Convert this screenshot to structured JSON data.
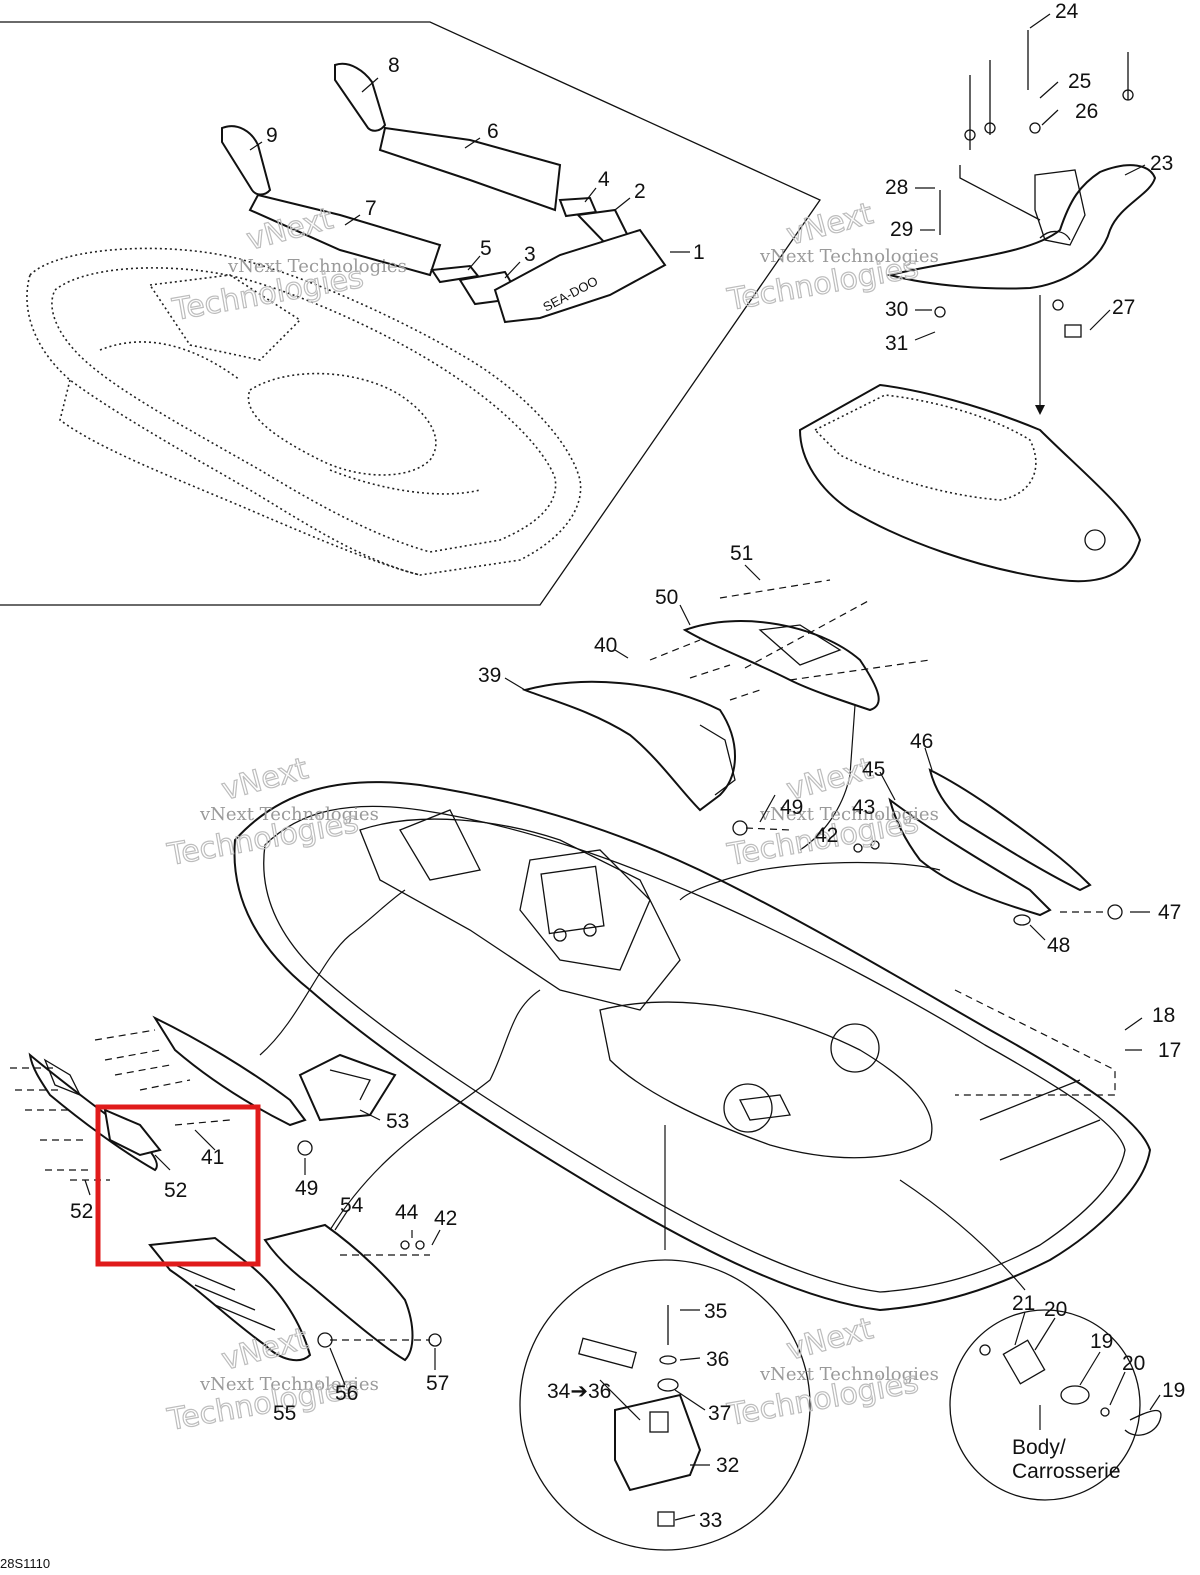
{
  "diagram": {
    "code": "28S1110",
    "highlight_color": "#e01b1b",
    "brand_text": "SEA-DOO",
    "body_label": "Body/\nCarrosserie",
    "watermark": {
      "line1": "vNext Technologies",
      "line2": "vNext",
      "line3": "Technologies"
    },
    "callouts": [
      {
        "id": "c1",
        "label": "1"
      },
      {
        "id": "c2",
        "label": "2"
      },
      {
        "id": "c3",
        "label": "3"
      },
      {
        "id": "c4",
        "label": "4"
      },
      {
        "id": "c5",
        "label": "5"
      },
      {
        "id": "c6",
        "label": "6"
      },
      {
        "id": "c7",
        "label": "7"
      },
      {
        "id": "c8",
        "label": "8"
      },
      {
        "id": "c9",
        "label": "9"
      },
      {
        "id": "c17",
        "label": "17"
      },
      {
        "id": "c18",
        "label": "18"
      },
      {
        "id": "c19",
        "label": "19"
      },
      {
        "id": "c20",
        "label": "20"
      },
      {
        "id": "c21",
        "label": "21"
      },
      {
        "id": "c23",
        "label": "23"
      },
      {
        "id": "c24",
        "label": "24"
      },
      {
        "id": "c25",
        "label": "25"
      },
      {
        "id": "c26",
        "label": "26"
      },
      {
        "id": "c27",
        "label": "27"
      },
      {
        "id": "c28",
        "label": "28"
      },
      {
        "id": "c29",
        "label": "29"
      },
      {
        "id": "c30",
        "label": "30"
      },
      {
        "id": "c31",
        "label": "31"
      },
      {
        "id": "c32",
        "label": "32"
      },
      {
        "id": "c33",
        "label": "33"
      },
      {
        "id": "c34",
        "label": "34➔36"
      },
      {
        "id": "c35",
        "label": "35"
      },
      {
        "id": "c36",
        "label": "36"
      },
      {
        "id": "c37",
        "label": "37"
      },
      {
        "id": "c39",
        "label": "39"
      },
      {
        "id": "c40",
        "label": "40"
      },
      {
        "id": "c41",
        "label": "41"
      },
      {
        "id": "c42a",
        "label": "42"
      },
      {
        "id": "c42b",
        "label": "42"
      },
      {
        "id": "c43a",
        "label": "43"
      },
      {
        "id": "c43b",
        "label": "43"
      },
      {
        "id": "c44a",
        "label": "44"
      },
      {
        "id": "c44b",
        "label": "44"
      },
      {
        "id": "c45",
        "label": "45"
      },
      {
        "id": "c46",
        "label": "46"
      },
      {
        "id": "c47",
        "label": "47"
      },
      {
        "id": "c48",
        "label": "48"
      },
      {
        "id": "c49a",
        "label": "49"
      },
      {
        "id": "c49b",
        "label": "49"
      },
      {
        "id": "c50",
        "label": "50"
      },
      {
        "id": "c51",
        "label": "51"
      },
      {
        "id": "c52a",
        "label": "52"
      },
      {
        "id": "c52b",
        "label": "52"
      },
      {
        "id": "c53",
        "label": "53"
      },
      {
        "id": "c54",
        "label": "54"
      },
      {
        "id": "c55",
        "label": "55"
      },
      {
        "id": "c56",
        "label": "56"
      },
      {
        "id": "c57",
        "label": "57"
      }
    ]
  }
}
